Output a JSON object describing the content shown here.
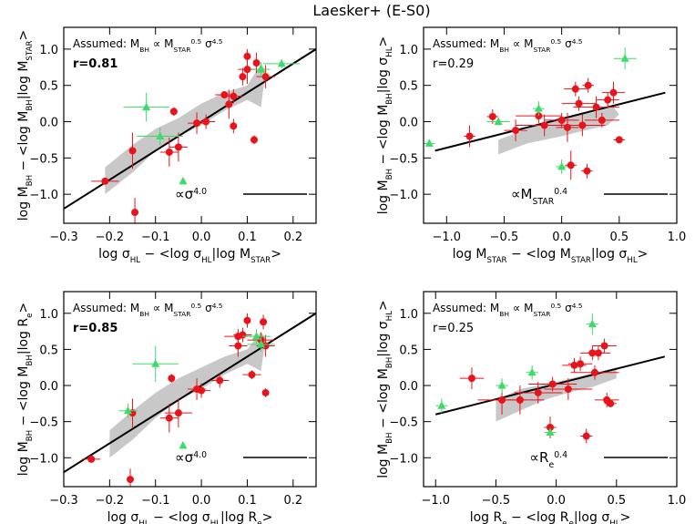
{
  "figure": {
    "title": "Laesker+ (E-S0)"
  },
  "colors": {
    "red": "#e8141b",
    "green": "#3ddc6a",
    "band": "#c8c8c8",
    "line": "#000000"
  },
  "chart_data": [
    {
      "type": "scatter",
      "panel": "top-left",
      "ylabel": "log M_BH − <log M_BH|log M_STAR>",
      "xlabel": "log σ_HL − <log σ_HL|log M_STAR>",
      "xlim": [
        -0.3,
        0.25
      ],
      "ylim": [
        -1.4,
        1.3
      ],
      "xticks": [
        -0.3,
        -0.2,
        -0.1,
        0.0,
        0.1,
        0.2
      ],
      "yticks": [
        -1.0,
        -0.5,
        0.0,
        0.5,
        1.0
      ],
      "annotation": {
        "assumed": "Assumed: M_BH ∝ M_STAR^0.5 σ^4.5",
        "r": "r=0.81",
        "r_bold": true,
        "slope": "∝σ^4.0"
      },
      "fit_line": [
        [
          -0.3,
          -1.2
        ],
        [
          0.25,
          1.0
        ]
      ],
      "band": [
        [
          -0.21,
          -0.63
        ],
        [
          -0.15,
          -0.32
        ],
        [
          -0.1,
          -0.1
        ],
        [
          -0.05,
          0.05
        ],
        [
          0,
          0.25
        ],
        [
          0.05,
          0.4
        ],
        [
          0.1,
          0.5
        ],
        [
          0.13,
          0.8
        ],
        [
          0.14,
          0.7
        ],
        [
          0.13,
          0.2
        ],
        [
          0.1,
          0.3
        ],
        [
          0.05,
          0.15
        ],
        [
          0,
          -0.05
        ],
        [
          -0.05,
          -0.2
        ],
        [
          -0.1,
          -0.4
        ],
        [
          -0.15,
          -0.7
        ],
        [
          -0.21,
          -1.0
        ]
      ],
      "red": [
        [
          -0.21,
          -0.82,
          0.03,
          0.0
        ],
        [
          -0.15,
          -0.4,
          0.0,
          0.25
        ],
        [
          -0.145,
          -1.25,
          0.0,
          0.2
        ],
        [
          -0.07,
          -0.42,
          0.02,
          0.2
        ],
        [
          -0.06,
          0.14,
          0.0,
          0.06
        ],
        [
          -0.05,
          -0.35,
          0.02,
          0.2
        ],
        [
          -0.01,
          -0.02,
          0.02,
          0.15
        ],
        [
          0.01,
          0.0,
          0.02,
          0.1
        ],
        [
          0.05,
          0.37,
          0.02,
          0.0
        ],
        [
          0.06,
          0.24,
          0.0,
          0.2
        ],
        [
          0.07,
          -0.06,
          0.0,
          0.1
        ],
        [
          0.07,
          0.35,
          0.02,
          0.1
        ],
        [
          0.09,
          0.62,
          0.0,
          0.12
        ],
        [
          0.1,
          0.9,
          0.0,
          0.1
        ],
        [
          0.1,
          0.72,
          0.02,
          0.2
        ],
        [
          0.115,
          -0.25,
          0.0,
          0.06
        ],
        [
          0.12,
          0.81,
          0.0,
          0.14
        ],
        [
          0.14,
          0.62,
          0.02,
          0.16
        ]
      ],
      "green": [
        [
          -0.12,
          0.2,
          0.05,
          0.2
        ],
        [
          -0.09,
          -0.2,
          0.05,
          0.12
        ],
        [
          -0.04,
          -0.82,
          0.0,
          0.0
        ],
        [
          0.13,
          0.72,
          0.02,
          0.1
        ],
        [
          0.175,
          0.8,
          0.04,
          0.06
        ]
      ]
    },
    {
      "type": "scatter",
      "panel": "top-right",
      "ylabel": "log M_BH − <log M_BH|log σ_HL>",
      "xlabel": "log M_STAR − <log M_STAR|log σ_HL>",
      "xlim": [
        -1.2,
        1.0
      ],
      "ylim": [
        -1.4,
        1.3
      ],
      "xticks": [
        -1.0,
        -0.5,
        0.0,
        0.5,
        1.0
      ],
      "yticks": [
        -1.0,
        -0.5,
        0.0,
        0.5,
        1.0
      ],
      "annotation": {
        "assumed": "Assumed: M_BH ∝ M_STAR^0.5 σ^4.5",
        "r": "r=0.29",
        "r_bold": false,
        "slope": "∝M_STAR^0.4"
      },
      "fit_line": [
        [
          -1.1,
          -0.4
        ],
        [
          0.9,
          0.4
        ]
      ],
      "band": [
        [
          -0.55,
          -0.25
        ],
        [
          -0.3,
          -0.1
        ],
        [
          0,
          0.05
        ],
        [
          0.25,
          0.12
        ],
        [
          0.45,
          0.2
        ],
        [
          0.5,
          0.1
        ],
        [
          0.4,
          -0.05
        ],
        [
          0.2,
          -0.12
        ],
        [
          0,
          -0.2
        ],
        [
          -0.3,
          -0.3
        ],
        [
          -0.55,
          -0.45
        ]
      ],
      "red": [
        [
          -0.8,
          -0.2,
          0.05,
          0.15
        ],
        [
          -0.6,
          0.07,
          0.05,
          0.1
        ],
        [
          -0.4,
          -0.12,
          0.1,
          0.15
        ],
        [
          -0.2,
          0.08,
          0.2,
          0.1
        ],
        [
          -0.15,
          -0.05,
          0.25,
          0.15
        ],
        [
          0.0,
          0.02,
          0.15,
          0.1
        ],
        [
          0.05,
          -0.08,
          0.1,
          0.2
        ],
        [
          0.08,
          -0.6,
          0.05,
          0.2
        ],
        [
          0.12,
          0.45,
          0.1,
          0.1
        ],
        [
          0.15,
          0.25,
          0.15,
          0.1
        ],
        [
          0.18,
          -0.05,
          0.2,
          0.15
        ],
        [
          0.22,
          -0.68,
          0.05,
          0.1
        ],
        [
          0.23,
          0.5,
          0.05,
          0.1
        ],
        [
          0.3,
          0.2,
          0.2,
          0.15
        ],
        [
          0.35,
          0.02,
          0.15,
          0.1
        ],
        [
          0.4,
          0.3,
          0.1,
          0.1
        ],
        [
          0.45,
          0.4,
          0.1,
          0.15
        ],
        [
          0.5,
          -0.25,
          0.05,
          0.0
        ]
      ],
      "green": [
        [
          -0.55,
          0.0,
          0.1,
          0.05
        ],
        [
          -0.2,
          0.18,
          0.05,
          0.1
        ],
        [
          0.0,
          -0.62,
          0.05,
          0.1
        ],
        [
          0.55,
          0.87,
          0.1,
          0.15
        ],
        [
          -1.15,
          -0.3,
          0.05,
          0.0
        ]
      ]
    },
    {
      "type": "scatter",
      "panel": "bottom-left",
      "ylabel": "log M_BH − <log M_BH|log R_e>",
      "xlabel": "log σ_HL − <log σ_HL|log R_e>",
      "xlim": [
        -0.3,
        0.25
      ],
      "ylim": [
        -1.4,
        1.3
      ],
      "xticks": [
        -0.3,
        -0.2,
        -0.1,
        0.0,
        0.1,
        0.2
      ],
      "yticks": [
        -1.0,
        -0.5,
        0.0,
        0.5,
        1.0
      ],
      "annotation": {
        "assumed": "Assumed: M_BH ∝ M_STAR^0.5 σ^4.5",
        "r": "r=0.85",
        "r_bold": true,
        "slope": "∝σ^4.0"
      },
      "fit_line": [
        [
          -0.3,
          -1.2
        ],
        [
          0.25,
          1.0
        ]
      ],
      "band": [
        [
          -0.2,
          -0.62
        ],
        [
          -0.15,
          -0.35
        ],
        [
          -0.1,
          -0.1
        ],
        [
          -0.05,
          0.1
        ],
        [
          0,
          0.25
        ],
        [
          0.05,
          0.4
        ],
        [
          0.1,
          0.5
        ],
        [
          0.13,
          0.75
        ],
        [
          0.14,
          0.65
        ],
        [
          0.13,
          0.2
        ],
        [
          0.1,
          0.3
        ],
        [
          0.05,
          0.15
        ],
        [
          0,
          -0.05
        ],
        [
          -0.05,
          -0.2
        ],
        [
          -0.1,
          -0.45
        ],
        [
          -0.15,
          -0.75
        ],
        [
          -0.2,
          -1.0
        ]
      ],
      "red": [
        [
          -0.24,
          -1.02,
          0.02,
          0.0
        ],
        [
          -0.155,
          -1.3,
          0.0,
          0.15
        ],
        [
          -0.15,
          -0.38,
          0.0,
          0.2
        ],
        [
          -0.07,
          -0.45,
          0.02,
          0.2
        ],
        [
          -0.065,
          0.1,
          0.0,
          0.06
        ],
        [
          -0.05,
          -0.38,
          0.03,
          0.2
        ],
        [
          -0.01,
          -0.05,
          0.02,
          0.15
        ],
        [
          0.0,
          -0.07,
          0.02,
          0.1
        ],
        [
          0.04,
          0.07,
          0.02,
          0.1
        ],
        [
          0.08,
          0.55,
          0.02,
          0.15
        ],
        [
          0.08,
          0.68,
          0.03,
          0.1
        ],
        [
          0.09,
          0.7,
          0.02,
          0.1
        ],
        [
          0.1,
          0.9,
          0.0,
          0.1
        ],
        [
          0.11,
          0.15,
          0.02,
          0.06
        ],
        [
          0.13,
          0.63,
          0.03,
          0.1
        ],
        [
          0.135,
          0.88,
          0.0,
          0.1
        ],
        [
          0.14,
          -0.1,
          0.0,
          0.06
        ],
        [
          0.14,
          0.55,
          0.02,
          0.15
        ]
      ],
      "green": [
        [
          -0.16,
          -0.35,
          0.02,
          0.1
        ],
        [
          -0.1,
          0.3,
          0.05,
          0.25
        ],
        [
          -0.04,
          -0.83,
          0.0,
          0.0
        ],
        [
          0.12,
          0.68,
          0.03,
          0.1
        ],
        [
          0.13,
          0.57,
          0.03,
          0.1
        ]
      ]
    },
    {
      "type": "scatter",
      "panel": "bottom-right",
      "ylabel": "log M_BH − <log M_BH|log σ_HL>",
      "xlabel": "log R_e − <log R_e|log σ_HL>",
      "xlim": [
        -1.1,
        1.0
      ],
      "ylim": [
        -1.4,
        1.3
      ],
      "xticks": [
        -1.0,
        -0.5,
        0.0,
        0.5,
        1.0
      ],
      "yticks": [
        -1.0,
        -0.5,
        0.0,
        0.5,
        1.0
      ],
      "annotation": {
        "assumed": "Assumed: M_BH ∝ M_STAR^0.5 σ^4.5",
        "r": "r=0.25",
        "r_bold": false,
        "slope": "∝R_e^0.4"
      },
      "fit_line": [
        [
          -1.0,
          -0.4
        ],
        [
          0.9,
          0.4
        ]
      ],
      "band": [
        [
          -0.5,
          -0.2
        ],
        [
          -0.3,
          -0.05
        ],
        [
          0,
          0.05
        ],
        [
          0.25,
          0.15
        ],
        [
          0.5,
          0.25
        ],
        [
          0.5,
          0.1
        ],
        [
          0.3,
          -0.02
        ],
        [
          0.1,
          -0.1
        ],
        [
          -0.1,
          -0.2
        ],
        [
          -0.3,
          -0.35
        ],
        [
          -0.5,
          -0.5
        ]
      ],
      "red": [
        [
          -0.7,
          0.1,
          0.1,
          0.15
        ],
        [
          -0.45,
          -0.2,
          0.2,
          0.2
        ],
        [
          -0.3,
          -0.2,
          0.2,
          0.2
        ],
        [
          -0.15,
          -0.1,
          0.2,
          0.15
        ],
        [
          -0.05,
          -0.58,
          0.05,
          0.15
        ],
        [
          -0.03,
          0.02,
          0.2,
          0.1
        ],
        [
          0.1,
          -0.05,
          0.2,
          0.15
        ],
        [
          0.15,
          0.28,
          0.1,
          0.1
        ],
        [
          0.2,
          0.3,
          0.1,
          0.1
        ],
        [
          0.25,
          -0.7,
          0.05,
          0.1
        ],
        [
          0.3,
          0.45,
          0.1,
          0.1
        ],
        [
          0.32,
          0.18,
          0.2,
          0.1
        ],
        [
          0.35,
          0.45,
          0.1,
          0.1
        ],
        [
          0.4,
          0.55,
          0.1,
          0.1
        ],
        [
          0.42,
          -0.2,
          0.1,
          0.1
        ],
        [
          0.45,
          -0.25,
          0.05,
          0.0
        ]
      ],
      "green": [
        [
          -0.95,
          -0.28,
          0.05,
          0.1
        ],
        [
          -0.45,
          0.0,
          0.05,
          0.1
        ],
        [
          -0.2,
          0.18,
          0.05,
          0.1
        ],
        [
          -0.05,
          -0.65,
          0.05,
          0.0
        ],
        [
          0.3,
          0.85,
          0.05,
          0.15
        ]
      ]
    }
  ]
}
